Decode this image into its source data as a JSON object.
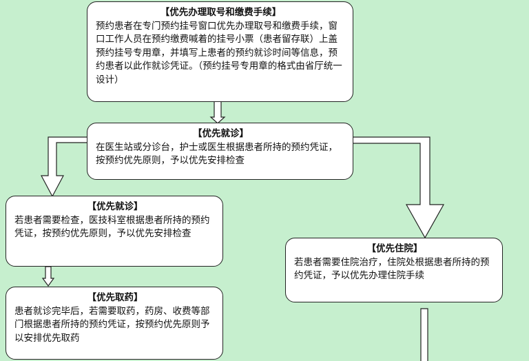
{
  "boxes": {
    "priority_registration": {
      "title": "【优先办理取号和缴费手续】",
      "body": "预约患者在专门预约挂号窗口优先办理取号和缴费手续，窗口工作人员在预约缴费喊着的挂号小票（患者留存联）上盖预约挂号专用章，并填写上患者的预约就诊时间等信息，预约患者以此作就诊凭证。（预约挂号专用章的格式由省厅统一设计）"
    },
    "priority_visit_main": {
      "title": "【优先就诊】",
      "body": "在医生站或分诊台，护士或医生根据患者所持的预约凭证，按预约优先原则，予以优先安排检查"
    },
    "priority_exam": {
      "title": "【优先就诊】",
      "body": "若患者需要检查，医技科室根据患者所持的预约凭证，按预约优先原则，予以优先安排检查"
    },
    "priority_hospitalization": {
      "title": "【优先住院】",
      "body": "若患者需要住院治疗，住院处根据患者所持的预约凭证，予以优先办理住院手续"
    },
    "priority_medicine": {
      "title": "【优先取药】",
      "body": "患者就诊完毕后，若需要取药，药房、收费等部门根据患者所持的预约凭证，按预约优先原则予以安排优先取药"
    }
  },
  "colors": {
    "background": "#c6efce",
    "box_fill": "#ffffff",
    "stroke": "#222222"
  }
}
